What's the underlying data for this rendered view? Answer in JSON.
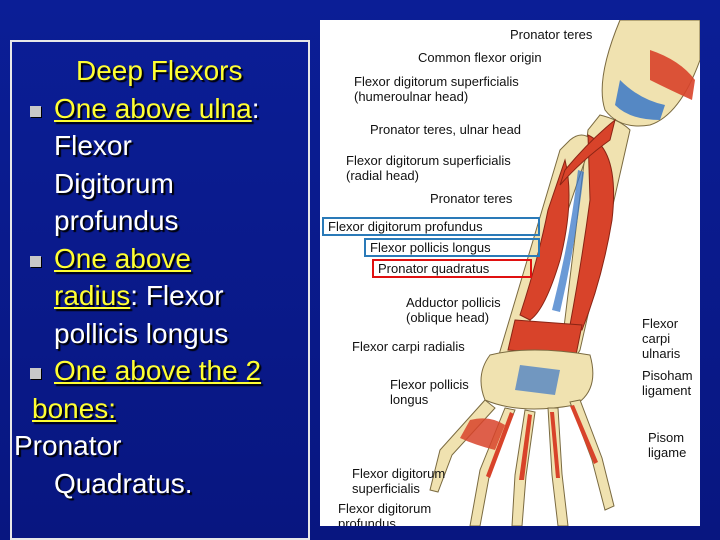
{
  "slide": {
    "heading": "Deep Flexors",
    "bullets": [
      {
        "title": "One above ulna",
        "sep": ":",
        "lines": [
          "Flexor",
          "Digitorum",
          "profundus"
        ]
      },
      {
        "title_line1": "One above",
        "title_line2": "radius",
        "sep": ":",
        "rest_inline": " Flexor",
        "lines": [
          "pollicis longus"
        ]
      },
      {
        "title": "One above the 2",
        "title_cont": "bones:",
        "lines": [
          "Pronator",
          "Quadratus."
        ]
      }
    ]
  },
  "figure": {
    "labels": {
      "pronator_teres_top": "Pronator teres",
      "common_flexor_origin": "Common flexor origin",
      "fds_humeroulnar_1": "Flexor digitorum superficialis",
      "fds_humeroulnar_2": "(humeroulnar head)",
      "pronator_teres_ulnar": "Pronator teres, ulnar head",
      "fds_radial_1": "Flexor digitorum superficialis",
      "fds_radial_2": "(radial head)",
      "pronator_teres_mid": "Pronator teres",
      "fdp": "Flexor digitorum profundus",
      "fpl": "Flexor pollicis longus",
      "pq": "Pronator quadratus",
      "adductor_1": "Adductor pollicis",
      "adductor_2": "(oblique head)",
      "fcr": "Flexor carpi radialis",
      "fpl_tendon_1": "Flexor pollicis",
      "fpl_tendon_2": "longus",
      "fds_bottom_1": "Flexor digitorum",
      "fds_bottom_2": "superficialis",
      "fdp_bottom_1": "Flexor digitorum",
      "fdp_bottom_2": "profundus",
      "fcu_1": "Flexor",
      "fcu_2": "carpi",
      "fcu_3": "ulnaris",
      "pisohamate_1": "Pisoham",
      "pisohamate_2": "ligament",
      "pisometacarpal_1": "Pisom",
      "pisometacarpal_2": "ligame"
    },
    "colors": {
      "muscle": "#d8432a",
      "bone": "#f0e2b0",
      "ligament": "#3a78c8"
    }
  }
}
